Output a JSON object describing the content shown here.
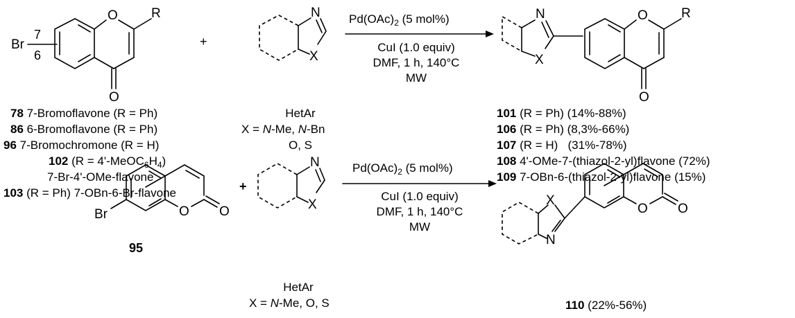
{
  "reaction1": {
    "reactant_bromide": {
      "atoms": {
        "O": "O",
        "R": "R",
        "Br": "Br",
        "pos7": "7",
        "pos6": "6",
        "carbonyl_O": "O"
      },
      "labels": [
        {
          "id": "78",
          "text": " 7-Bromoflavone (R = Ph)"
        },
        {
          "id": "86",
          "text": " 6-Bromoflavone (R = Ph)"
        },
        {
          "id": "96",
          "text": " 7-Bromochromone (R = H)"
        },
        {
          "id": "102",
          "text": " (R = 4'-MeOC",
          "sub": "6",
          "text2": "H",
          "sub2": "4",
          "text3": ")"
        },
        {
          "id": "",
          "text": "7-Br-4'-OMe-flavone"
        },
        {
          "id": "103",
          "text": " (R = Ph) 7-OBn-6-Br-flavone"
        }
      ]
    },
    "plus": "+",
    "hetar": {
      "atoms": {
        "N": "N",
        "X": "X"
      },
      "name": "HetAr",
      "x_line1_prefix": "X = ",
      "x_line1_nme": "N",
      "x_line1_mid": "-Me, ",
      "x_line1_nbn": "N",
      "x_line1_suffix": "-Bn",
      "x_line2": "O, S"
    },
    "conditions": {
      "above": "Pd(OAc)2 (5 mol%)",
      "above_pre": "Pd(OAc)",
      "above_sub": "2",
      "above_post": " (5 mol%)",
      "line1": "CuI (1.0 equiv)",
      "line2": "DMF, 1 h, 140°C",
      "line3": "MW"
    },
    "product": {
      "atoms": {
        "N": "N",
        "X": "X",
        "O": "O",
        "R": "R",
        "carbonyl_O": "O"
      },
      "labels": [
        {
          "id": "101",
          "text": " (R = Ph) (14%-88%)"
        },
        {
          "id": "106",
          "text": " (R = Ph) (8,3%-66%)"
        },
        {
          "id": "107",
          "text": " (R = H)   (31%-78%)"
        },
        {
          "id": "108",
          "text": " 4'-OMe-7-(thiazol-2-yl)flavone (72%)"
        },
        {
          "id": "109",
          "text": " 7-OBn-6-(thiazol-2-yl)flavone (15%)"
        }
      ]
    }
  },
  "reaction2": {
    "reactant": {
      "atoms": {
        "Br": "Br",
        "O_ring": "O",
        "O_carbonyl": "O"
      },
      "id": "95"
    },
    "plus": "+",
    "hetar": {
      "atoms": {
        "N": "N",
        "X": "X"
      },
      "name": "HetAr",
      "x_prefix": "X = ",
      "x_n": "N",
      "x_suffix": "-Me, O, S"
    },
    "conditions": {
      "above_pre": "Pd(OAc)",
      "above_sub": "2",
      "above_post": " (5 mol%)",
      "line1": "CuI (1.0 equiv)",
      "line2": "DMF, 1 h, 140°C",
      "line3": "MW"
    },
    "product": {
      "atoms": {
        "X": "X",
        "N": "N",
        "O_ring": "O",
        "O_carbonyl": "O"
      },
      "id": "110",
      "yield": " (22%-56%)"
    }
  }
}
